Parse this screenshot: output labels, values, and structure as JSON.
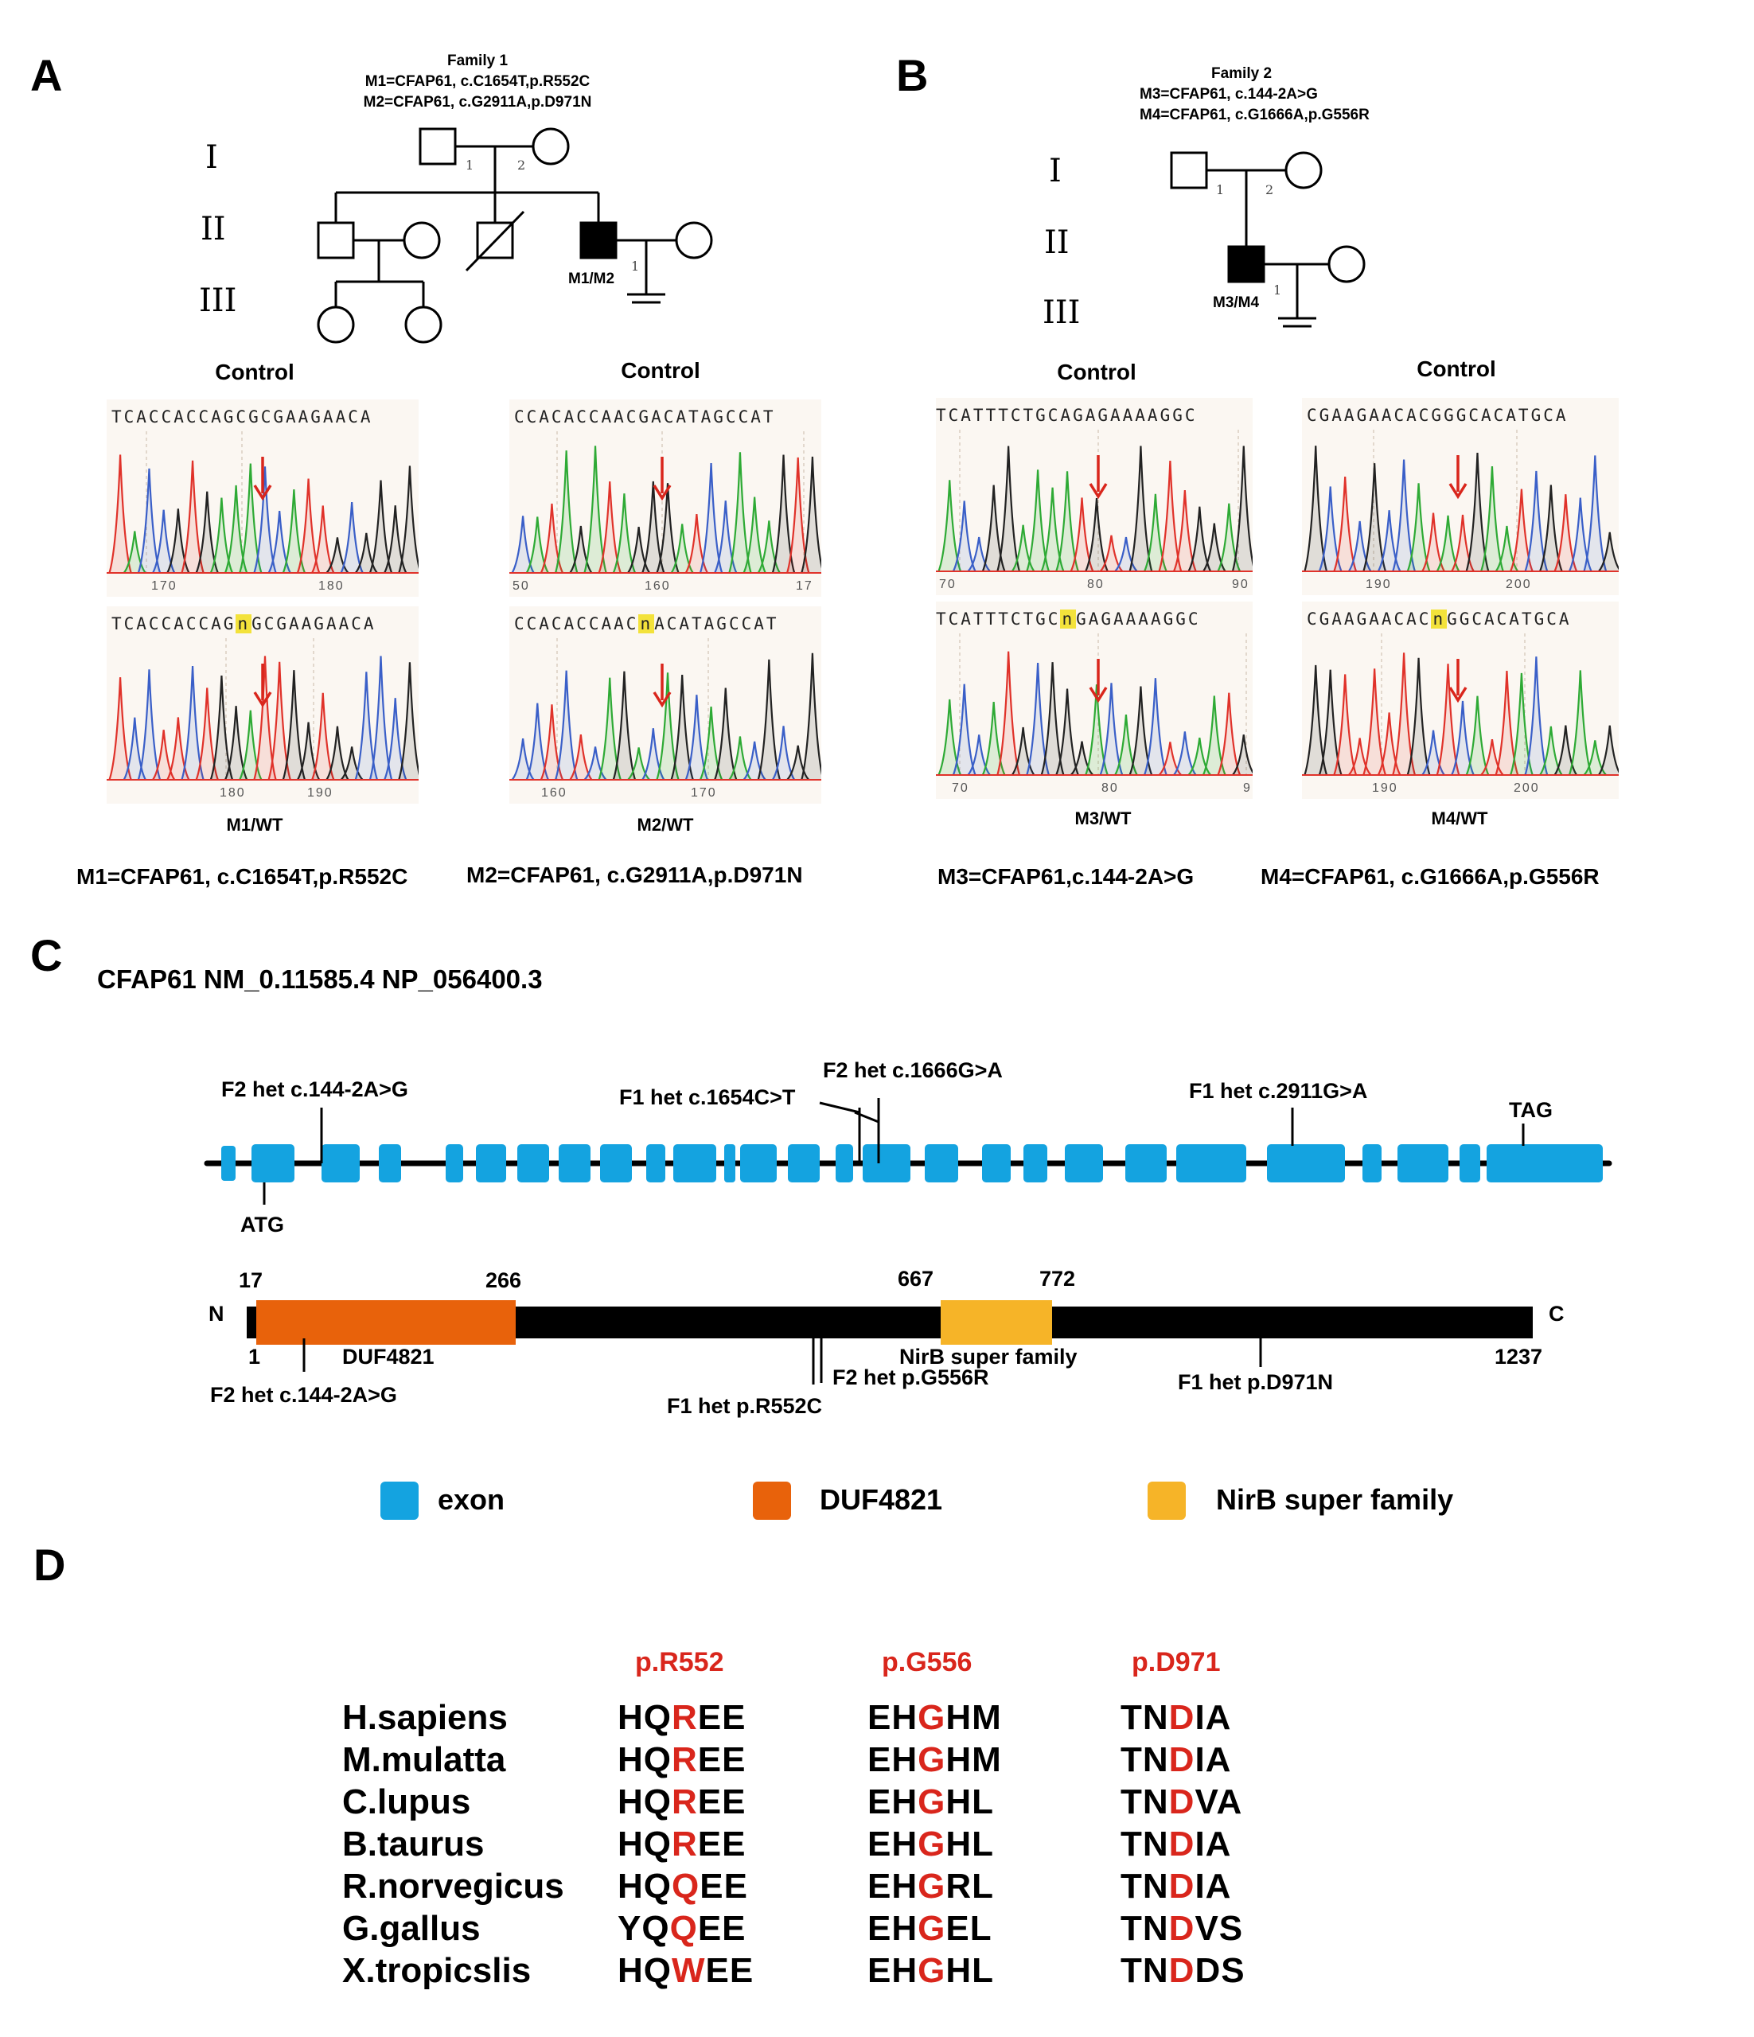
{
  "panels": {
    "a": "A",
    "b": "B",
    "c": "C",
    "d": "D"
  },
  "family1": {
    "title": "Family 1",
    "m1": "M1=CFAP61, c.C1654T,p.R552C",
    "m2": "M2=CFAP61, c.G2911A,p.D971N",
    "generations": [
      "I",
      "II",
      "III"
    ],
    "proband_label": "M1/M2",
    "num1": "1",
    "num2": "2",
    "num_spouse": "1"
  },
  "family2": {
    "title": "Family 2",
    "m3": "M3=CFAP61, c.144-2A>G",
    "m4": "M4=CFAP61, c.G1666A,p.G556R",
    "generations": [
      "I",
      "II",
      "III"
    ],
    "proband_label": "M3/M4",
    "num1": "1",
    "num2": "2",
    "num_spouse": "1"
  },
  "chromatograms": [
    {
      "control_label": "Control",
      "control_seq": "TCACCACCAGCGCGAAGAACA",
      "control_ticks": [
        "170",
        "180"
      ],
      "mut_seq_pre": "TCACCACCAG",
      "mut_n": "n",
      "mut_seq_post": "GCGAAGAACA",
      "mut_ticks": [
        "180",
        "190"
      ],
      "caption": "M1/WT",
      "mutation": "M1=CFAP61, c.C1654T,p.R552C"
    },
    {
      "control_label": "Control",
      "control_seq": "CCACACCAACGACATAGCCAT",
      "control_ticks": [
        "50",
        "160",
        "17"
      ],
      "mut_seq_pre": "CCACACCAAC",
      "mut_n": "n",
      "mut_seq_post": "ACATAGCCAT",
      "mut_ticks": [
        "160",
        "170"
      ],
      "caption": "M2/WT",
      "mutation": "M2=CFAP61, c.G2911A,p.D971N"
    },
    {
      "control_label": "Control",
      "control_seq": "TCATTTCTGCAGAGAAAAGGC",
      "control_ticks": [
        "70",
        "80",
        "90"
      ],
      "mut_seq_pre": "TCATTTCTGC",
      "mut_n": "n",
      "mut_seq_post": "GAGAAAAGGC",
      "mut_ticks": [
        "70",
        "80",
        "9"
      ],
      "caption": "M3/WT",
      "mutation": "M3=CFAP61,c.144-2A>G"
    },
    {
      "control_label": "Control",
      "control_seq": "CGAAGAACACGGGCACATGCA",
      "control_ticks": [
        "190",
        "200"
      ],
      "mut_seq_pre": "CGAAGAACAC",
      "mut_n": "n",
      "mut_seq_post": "GGCACATGCA",
      "mut_ticks": [
        "190",
        "200"
      ],
      "caption": "M4/WT",
      "mutation": "M4=CFAP61, c.G1666A,p.G556R"
    }
  ],
  "gene": {
    "title": "CFAP61 NM_0.11585.4 NP_056400.3",
    "atg": "ATG",
    "tag": "TAG",
    "var_f2_splice": "F2 het c.144-2A>G",
    "var_f1_1654": "F1 het c.1654C>T",
    "var_f2_1666": "F2 het c.1666G>A",
    "var_f1_2911": "F1 het c.2911G>A"
  },
  "protein": {
    "n": "N",
    "c": "C",
    "start": "1",
    "end": "1237",
    "duf_start": "17",
    "duf_end": "266",
    "nirb_start": "667",
    "nirb_end": "772",
    "duf_label": "DUF4821",
    "nirb_label": "NirB super family",
    "var_f2_splice": "F2 het c.144-2A>G",
    "var_f1_r552c": "F1 het p.R552C",
    "var_f2_g556r": "F2 het p.G556R",
    "var_f1_d971n": "F1 het p.D971N"
  },
  "legend": [
    {
      "label": "exon",
      "color": "#14a3e0"
    },
    {
      "label": "DUF4821",
      "color": "#e8620b"
    },
    {
      "label": "NirB super family",
      "color": "#f6b428"
    }
  ],
  "alignment": {
    "positions": [
      "p.R552",
      "p.G556",
      "p.D971"
    ],
    "rows": [
      {
        "species": "H.sapiens",
        "r552": [
          "HQ",
          "R",
          "EE"
        ],
        "g556": [
          "EH",
          "G",
          "HM"
        ],
        "d971": [
          "TN",
          "D",
          "IA"
        ]
      },
      {
        "species": "M.mulatta",
        "r552": [
          "HQ",
          "R",
          "EE"
        ],
        "g556": [
          "EH",
          "G",
          "HM"
        ],
        "d971": [
          "TN",
          "D",
          "IA"
        ]
      },
      {
        "species": "C.lupus",
        "r552": [
          "HQ",
          "R",
          "EE"
        ],
        "g556": [
          "EH",
          "G",
          "HL"
        ],
        "d971": [
          "TN",
          "D",
          "VA"
        ]
      },
      {
        "species": "B.taurus",
        "r552": [
          "HQ",
          "R",
          "EE"
        ],
        "g556": [
          "EH",
          "G",
          "HL"
        ],
        "d971": [
          "TN",
          "D",
          "IA"
        ]
      },
      {
        "species": "R.norvegicus",
        "r552": [
          "HQ",
          "Q",
          "EE"
        ],
        "g556": [
          "EH",
          "G",
          "RL"
        ],
        "d971": [
          "TN",
          "D",
          "IA"
        ]
      },
      {
        "species": "G.gallus",
        "r552": [
          "YQ",
          "Q",
          "EE"
        ],
        "g556": [
          "EH",
          "G",
          "EL"
        ],
        "d971": [
          "TN",
          "D",
          "VS"
        ]
      },
      {
        "species": "X.tropicslis",
        "r552": [
          "HQ",
          "W",
          "EE"
        ],
        "g556": [
          "EH",
          "G",
          "HL"
        ],
        "d971": [
          "TN",
          "D",
          "DS"
        ]
      }
    ]
  }
}
